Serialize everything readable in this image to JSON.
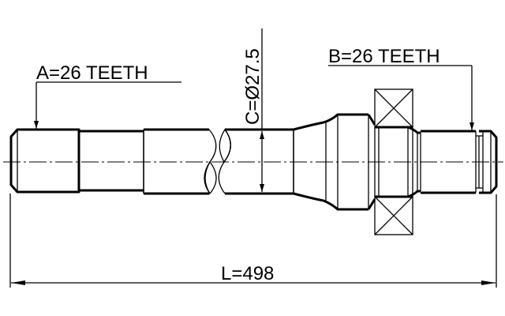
{
  "drawing": {
    "type": "drive shaft technical drawing",
    "labels": {
      "spline_a": "A=26 TEETH",
      "spline_b": "B=26 TEETH",
      "diameter_c": "C=Ø27.5",
      "length_l": "L=498"
    },
    "dimensions": {
      "A_teeth": 26,
      "B_teeth": 26,
      "C_diameter_mm": 27.5,
      "L_length_mm": 498
    },
    "colors": {
      "line": "#000000",
      "background": "#ffffff"
    }
  }
}
